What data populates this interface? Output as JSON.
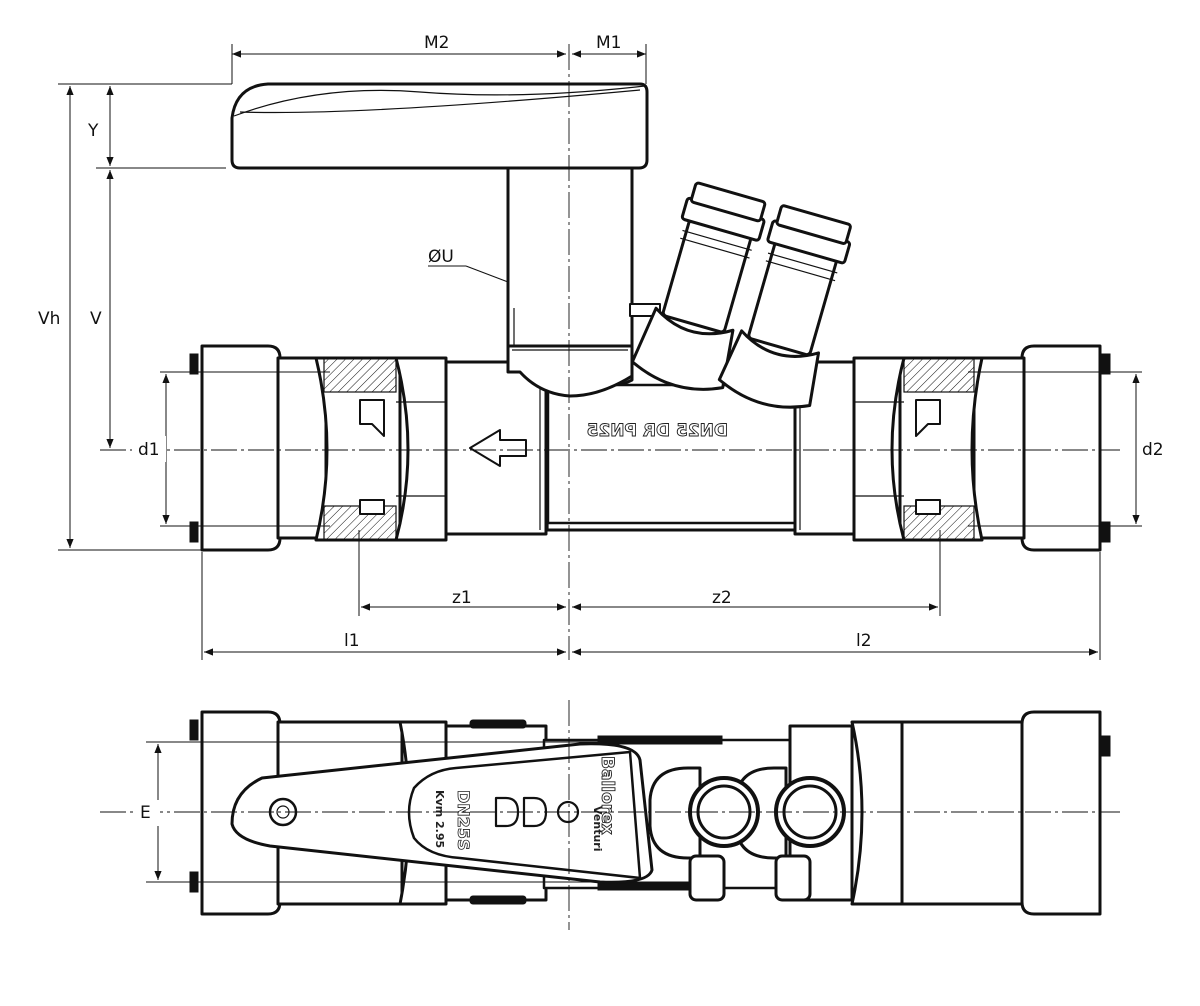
{
  "labels": {
    "m2": "M2",
    "m1": "M1",
    "y": "Y",
    "vh": "Vh",
    "v": "V",
    "ou": "ØU",
    "d1": "d1",
    "d2": "d2",
    "z1": "z1",
    "z2": "z2",
    "l1": "l1",
    "l2": "l2",
    "e": "E"
  },
  "body_marking": "DN25 DR PN25",
  "handle_marking": {
    "size": "DN25S",
    "kvm": "Kvm 2.95",
    "brand": "Ballorex",
    "model": "Venturi"
  }
}
